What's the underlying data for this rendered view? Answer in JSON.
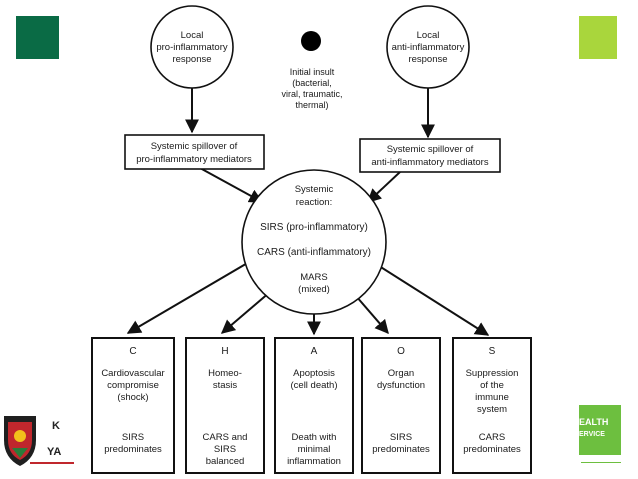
{
  "local_pro": [
    "Local",
    "pro-inflammatory",
    "response"
  ],
  "local_anti": [
    "Local",
    "anti-inflammatory",
    "response"
  ],
  "initial_insult": [
    "Initial insult",
    "(bacterial,",
    "viral, traumatic,",
    "thermal)"
  ],
  "spill_pro": [
    "Systemic spillover of",
    "pro-inflammatory mediators"
  ],
  "spill_anti": [
    "Systemic spillover of",
    "anti-inflammatory mediators"
  ],
  "systemic": {
    "title": [
      "Systemic",
      "reaction:"
    ],
    "sirs": "SIRS (pro-inflammatory)",
    "cars": "CARS (anti-inflammatory)",
    "mars": [
      "MARS",
      "(mixed)"
    ]
  },
  "outcomes": [
    {
      "letter": "C",
      "label": [
        "Cardiovascular",
        "compromise",
        "(shock)"
      ],
      "note": [
        "SIRS",
        "predominates"
      ]
    },
    {
      "letter": "H",
      "label": [
        "Homeo-",
        "stasis"
      ],
      "note": [
        "CARS and",
        "SIRS",
        "balanced"
      ]
    },
    {
      "letter": "A",
      "label": [
        "Apoptosis",
        "(cell death)"
      ],
      "note": [
        "Death with",
        "minimal",
        "inflammation"
      ]
    },
    {
      "letter": "O",
      "label": [
        "Organ",
        "dysfunction"
      ],
      "note": [
        "SIRS",
        "predominates"
      ]
    },
    {
      "letter": "S",
      "label": [
        "Suppression",
        "of the",
        "immune",
        "system"
      ],
      "note": [
        "CARS",
        "predominates"
      ]
    }
  ],
  "logo": {
    "text_top": "K",
    "text_bottom": "YA"
  },
  "badge": {
    "line1": "EALTH",
    "line2": "ERVICE"
  },
  "colors": {
    "green_square": "#0a6b45",
    "lime_square": "#a9d63c",
    "badge": "#6dbf3f",
    "logo_red": "#c0272d"
  }
}
